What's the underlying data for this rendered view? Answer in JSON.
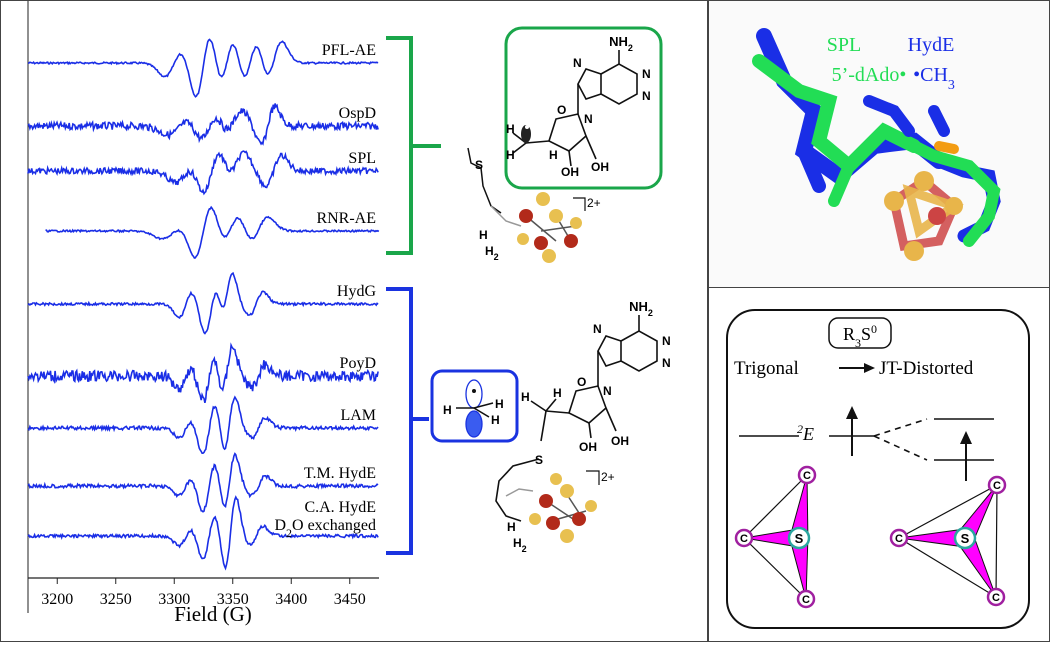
{
  "epr": {
    "xaxis_label": "Field (G)",
    "ticks": [
      "3200",
      "3250",
      "3300",
      "3350",
      "3400",
      "3450"
    ],
    "group_colors": {
      "radical_sam": "#1aa64a",
      "dado_methyl": "#1a33e0"
    },
    "spectra": [
      {
        "label": "PFL-AE"
      },
      {
        "label": "OspD"
      },
      {
        "label": "SPL"
      },
      {
        "label": "RNR-AE"
      },
      {
        "label": "HydG"
      },
      {
        "label": "PoyD"
      },
      {
        "label": "LAM"
      },
      {
        "label": "T.M. HydE"
      },
      {
        "label": "C.A. HydE",
        "sub_label": "D2O exchanged"
      }
    ]
  },
  "structures": {
    "upper_charge": "2+",
    "lower_charge": "2+",
    "atoms": {
      "nh2": "NH2",
      "n": "N",
      "o": "O",
      "oh": "OH",
      "h": "H",
      "s": "S",
      "h2": "H2"
    }
  },
  "overlay": {
    "spl_label": "SPL",
    "hyde_label": "HydE",
    "dado_label": "5’-dAdo•",
    "ch3_label": "•CH3",
    "spl_color": "#22dd55",
    "hyde_color": "#1a2ee6"
  },
  "jt": {
    "box_label": "R3S0",
    "trigonal": "Trigonal",
    "distorted": "JT-Distorted",
    "term": "2E",
    "atom_s": "S",
    "atom_c": "C",
    "c_color": "#a020a0",
    "face_color": "#ff00ff"
  }
}
